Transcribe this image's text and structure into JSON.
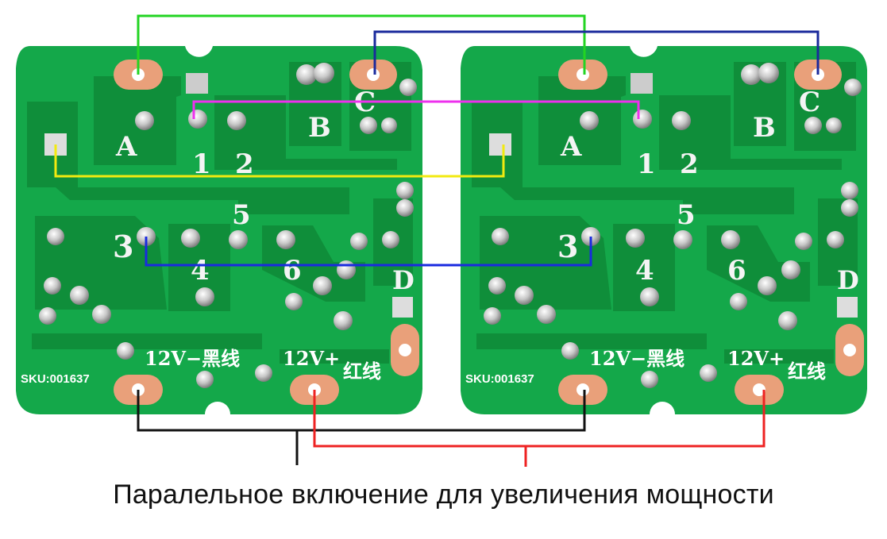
{
  "boards": [
    {
      "id": "left",
      "labels": {
        "A": "A",
        "B": "B",
        "C": "C",
        "D": "D",
        "n1": "1",
        "n2": "2",
        "n3": "3",
        "n4": "4",
        "n5": "5",
        "n6": "6"
      },
      "sku": "SKU:001637",
      "power_minus": "12V−黑线",
      "power_plus": "12V+",
      "power_plus_cn": "红线"
    },
    {
      "id": "right",
      "labels": {
        "A": "A",
        "B": "B",
        "C": "C",
        "D": "D",
        "n1": "1",
        "n2": "2",
        "n3": "3",
        "n4": "4",
        "n5": "5",
        "n6": "6"
      },
      "sku": "SKU:001637",
      "power_minus": "12V−黑线",
      "power_plus": "12V+",
      "power_plus_cn": "红线"
    }
  ],
  "wires": [
    {
      "name": "green",
      "color": "#22d422"
    },
    {
      "name": "navy",
      "color": "#1a2a9c"
    },
    {
      "name": "magenta",
      "color": "#ee30ee"
    },
    {
      "name": "yellow",
      "color": "#f2ea10"
    },
    {
      "name": "blue",
      "color": "#1a2ae0"
    },
    {
      "name": "black",
      "color": "#111111"
    },
    {
      "name": "red",
      "color": "#ee2222"
    }
  ],
  "colors": {
    "pcb": "#14a84a",
    "trace": "#0f8f3c",
    "pad": "#e9a07a",
    "solder": "#c8c8c8"
  },
  "caption": "Паралельное включение для увеличения мощности"
}
